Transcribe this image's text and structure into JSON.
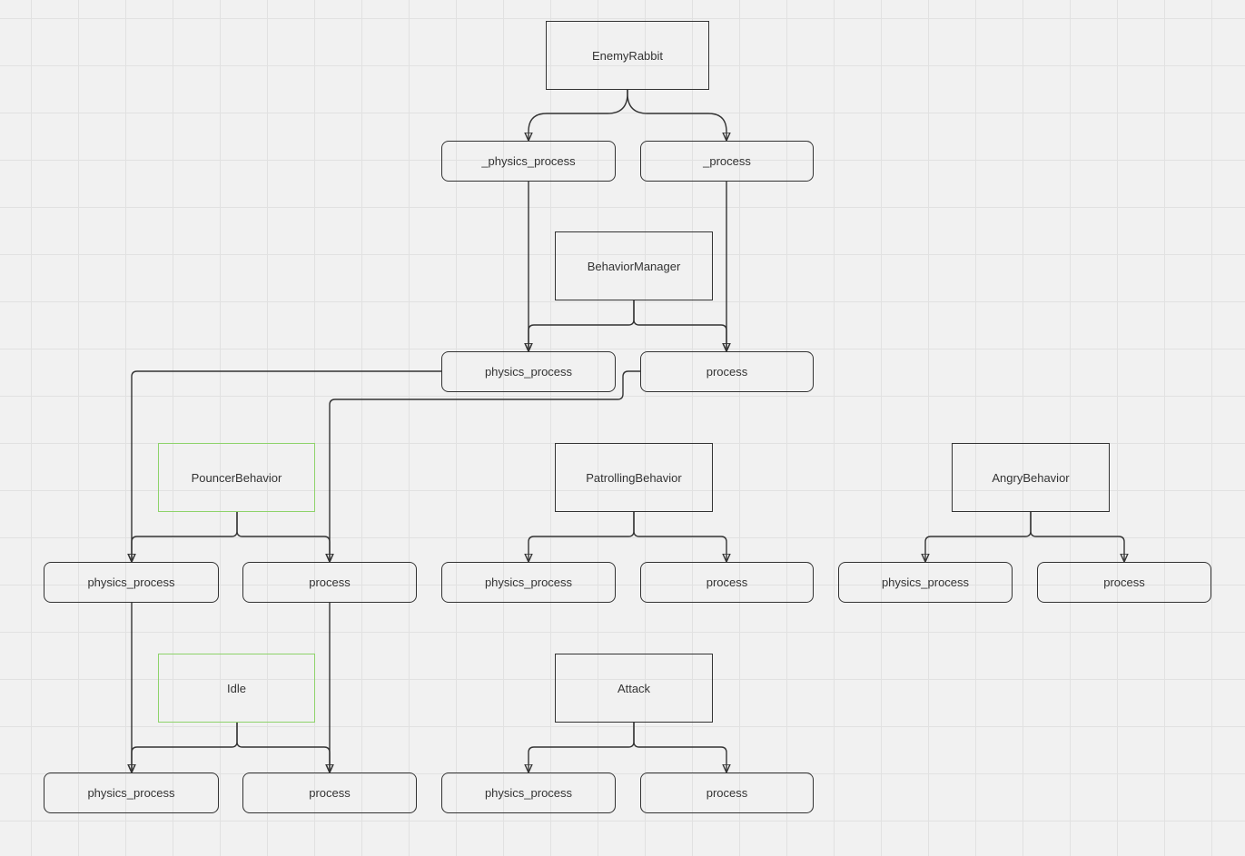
{
  "diagram": {
    "nodes": {
      "enemy_rabbit": "EnemyRabbit",
      "rabbit_physics_process": "_physics_process",
      "rabbit_process": "_process",
      "behavior_manager": "BehaviorManager",
      "manager_physics_process": "physics_process",
      "manager_process": "process",
      "pouncer_behavior": "PouncerBehavior",
      "pouncer_physics_process": "physics_process",
      "pouncer_process": "process",
      "patrolling_behavior": "PatrollingBehavior",
      "patrolling_physics_process": "physics_process",
      "patrolling_process": "process",
      "angry_behavior": "AngryBehavior",
      "angry_physics_process": "physics_process",
      "angry_process": "process",
      "idle": "Idle",
      "idle_physics_process": "physics_process",
      "idle_process": "process",
      "attack": "Attack",
      "attack_physics_process": "physics_process",
      "attack_process": "process"
    },
    "colors": {
      "stroke": "#333333",
      "highlight_border": "#8ed36a",
      "background": "#f1f1f1",
      "grid": "#e1e1e1"
    }
  }
}
